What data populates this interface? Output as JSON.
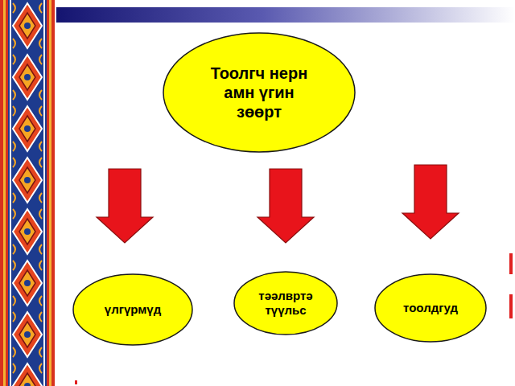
{
  "diagram": {
    "nodes": [
      {
        "text": [
          "Тоолгч нерн амн үгин зөөрт"
        ]
      },
      {
        "text": [
          "үлгүрмүд"
        ]
      },
      {
        "text": [
          "тәәлвртә түүльс"
        ]
      },
      {
        "text": [
          "тоолдгуд"
        ]
      }
    ],
    "edges": [
      {
        "from": 0,
        "to": 1,
        "arrow": "to"
      },
      {
        "from": 0,
        "to": 2,
        "arrow": "to"
      },
      {
        "from": 0,
        "to": 3,
        "arrow": "to"
      }
    ]
  }
}
